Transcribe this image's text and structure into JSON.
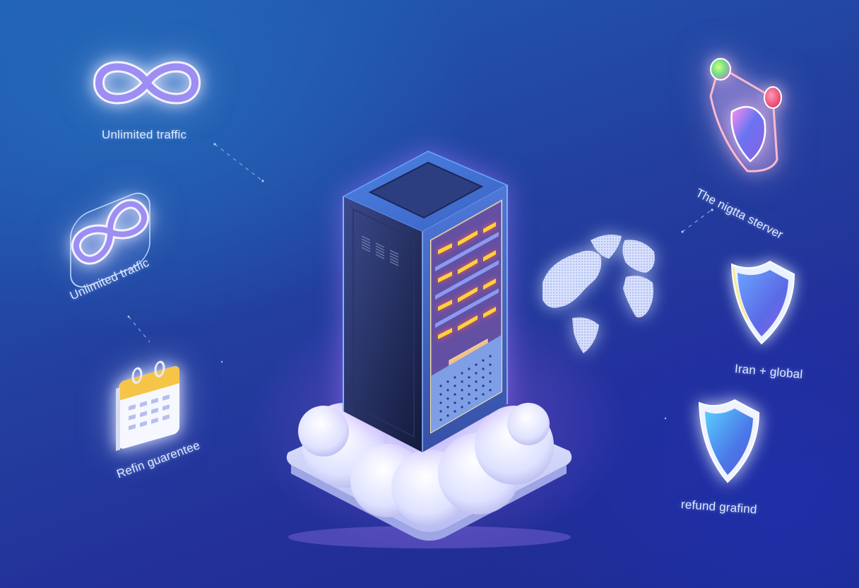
{
  "features": {
    "infinity_top": {
      "label": "Unlimited traffic",
      "icon": "infinity-icon"
    },
    "infinity_card": {
      "label": "Unlimited tratfic",
      "icon": "infinity-card-icon"
    },
    "calendar": {
      "label": "Refin guarentee",
      "icon": "calendar-icon"
    },
    "network": {
      "label": "The nigtta sterver",
      "icon": "network-shield-icon"
    },
    "shield_top": {
      "label": "Iran + global",
      "icon": "shield-icon"
    },
    "shield_bottom": {
      "label": "refund grafind",
      "icon": "shield-icon"
    }
  },
  "center": {
    "server": "server-rack-icon",
    "cloud": "cloud-platform-icon",
    "globe": "world-map-globe-icon"
  },
  "colors": {
    "background_top": "#2160b6",
    "background_bottom": "#1d2a8c",
    "accent_purple": "#9a86f0",
    "server_led": "#ffd23a",
    "server_led_glow": "#ff5a4a",
    "calendar_header": "#f6c547",
    "shield_fill": "#4a78e8",
    "label_text": "#dfe9ff"
  }
}
